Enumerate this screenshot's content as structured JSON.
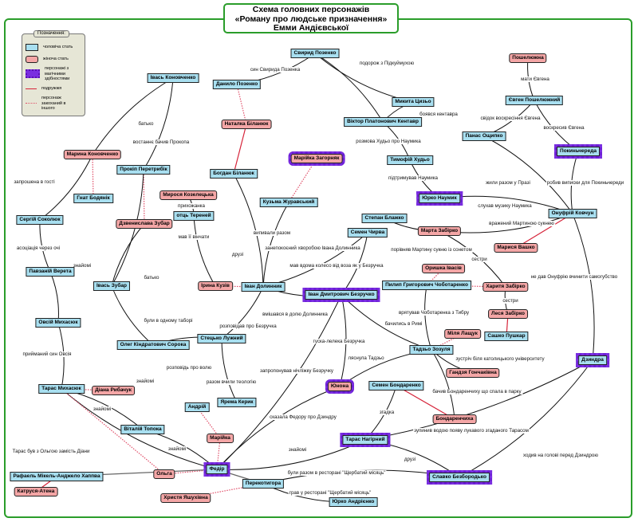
{
  "title": {
    "line1": "Схема головних персонажів",
    "line2": "«Роману про людське призначення»",
    "line3": "Емми Андієвської"
  },
  "colors": {
    "male": "#a8dff0",
    "female": "#f4a6a6",
    "magic": "#6d1fd6",
    "frame": "#2a9d2a",
    "spouse": "#d6243a",
    "love": "#e0506a"
  },
  "legend": {
    "title": "Позначення:",
    "items": [
      {
        "kind": "male",
        "label": "чоловіча стать"
      },
      {
        "kind": "female",
        "label": "жіноча стать"
      },
      {
        "kind": "magic",
        "label": "персонажі з магічними здібностями"
      },
      {
        "kind": "spouse",
        "label": "подружжя"
      },
      {
        "kind": "love",
        "label": "персонаж закоханий в іншого"
      }
    ]
  },
  "nodes": [
    {
      "id": "n1",
      "label": "Свирид Позенко",
      "type": "m"
    },
    {
      "id": "n2",
      "label": "Данило Позенко",
      "type": "m"
    },
    {
      "id": "n3",
      "label": "Наталка Біланюк",
      "type": "f"
    },
    {
      "id": "n4",
      "label": "Богдан Біланюк",
      "type": "m"
    },
    {
      "id": "n5",
      "label": "Івась Коновченко",
      "type": "m"
    },
    {
      "id": "n6",
      "label": "Марина Коновченко",
      "type": "f"
    },
    {
      "id": "n7",
      "label": "Гнат Бодянік",
      "type": "m"
    },
    {
      "id": "n8",
      "label": "Прокіп Перетрибік",
      "type": "m"
    },
    {
      "id": "n9",
      "label": "Мирося Козелецька",
      "type": "f"
    },
    {
      "id": "n10",
      "label": "отць Тереней",
      "type": "m"
    },
    {
      "id": "n11",
      "label": "Дзвенислава Зубар",
      "type": "f"
    },
    {
      "id": "n12",
      "label": "Сергій Соколюк",
      "type": "m"
    },
    {
      "id": "n13",
      "label": "Павзаній Верета",
      "type": "m"
    },
    {
      "id": "n14",
      "label": "Івась Зубар",
      "type": "m"
    },
    {
      "id": "n15",
      "label": "Ірина Кузів",
      "type": "f"
    },
    {
      "id": "n16",
      "label": "Іван Долинник",
      "type": "m"
    },
    {
      "id": "n17",
      "label": "Кузьма Журавський",
      "type": "m"
    },
    {
      "id": "n18",
      "label": "Марійка Загорняк",
      "type": "f",
      "magic": true
    },
    {
      "id": "n19",
      "label": "Віктор Платонович Кентавр",
      "type": "m"
    },
    {
      "id": "n20",
      "label": "Микита Цизьо",
      "type": "m"
    },
    {
      "id": "n21",
      "label": "Тимофій Худьо",
      "type": "m"
    },
    {
      "id": "n22",
      "label": "Юрко Наумик",
      "type": "m",
      "magic": true
    },
    {
      "id": "n23",
      "label": "Степан Блажко",
      "type": "m"
    },
    {
      "id": "n24",
      "label": "Семен Чирва",
      "type": "m"
    },
    {
      "id": "n25",
      "label": "Пошелюжна",
      "type": "f"
    },
    {
      "id": "n26",
      "label": "Євген Пошелюжний",
      "type": "m"
    },
    {
      "id": "n27",
      "label": "Панас Ощипко",
      "type": "m"
    },
    {
      "id": "n28",
      "label": "Покиньчереда",
      "type": "m",
      "magic": true
    },
    {
      "id": "n29",
      "label": "Онуфрій Ковчун",
      "type": "m"
    },
    {
      "id": "n30",
      "label": "Марта Забірко",
      "type": "f"
    },
    {
      "id": "n31",
      "label": "Марися Вашко",
      "type": "f"
    },
    {
      "id": "n32",
      "label": "Оришка Івасів",
      "type": "f"
    },
    {
      "id": "n33",
      "label": "Пилип Григорович Чоботаренко",
      "type": "m"
    },
    {
      "id": "n34",
      "label": "Харитя Забірко",
      "type": "f"
    },
    {
      "id": "n35",
      "label": "Леся Забірко",
      "type": "f"
    },
    {
      "id": "n36",
      "label": "Сашко Пушкар",
      "type": "m"
    },
    {
      "id": "n37",
      "label": "Іван Дмитрович Безручко",
      "type": "m",
      "magic": true
    },
    {
      "id": "n38",
      "label": "Олег Кіндратович Сорока",
      "type": "m"
    },
    {
      "id": "n39",
      "label": "Стецько Лужний",
      "type": "m"
    },
    {
      "id": "n40",
      "label": "Ярема Керик",
      "type": "m"
    },
    {
      "id": "n41",
      "label": "Овсій Михасюк",
      "type": "m"
    },
    {
      "id": "n42",
      "label": "Міля Лащук",
      "type": "f"
    },
    {
      "id": "n43",
      "label": "Тадзьо Зозуля",
      "type": "m"
    },
    {
      "id": "n44",
      "label": "Гандзя Гончаківна",
      "type": "f"
    },
    {
      "id": "n45",
      "label": "Юнона",
      "type": "f",
      "magic": true
    },
    {
      "id": "n46",
      "label": "Семен Бондаренко",
      "type": "m"
    },
    {
      "id": "n47",
      "label": "Бондаренчиха",
      "type": "f"
    },
    {
      "id": "n48",
      "label": "Тарас Михасюк",
      "type": "m"
    },
    {
      "id": "n49",
      "label": "Діана Рибачук",
      "type": "f"
    },
    {
      "id": "n50",
      "label": "Віталій Топока",
      "type": "m"
    },
    {
      "id": "n51",
      "label": "Андрій",
      "type": "m"
    },
    {
      "id": "n52",
      "label": "Марійка",
      "type": "f"
    },
    {
      "id": "n53",
      "label": "Тарас Нагірний",
      "type": "m",
      "magic": true
    },
    {
      "id": "n54",
      "label": "Славко Безбородько",
      "type": "m",
      "magic": true
    },
    {
      "id": "n55",
      "label": "Дзиндра",
      "type": "m",
      "magic": true
    },
    {
      "id": "n56",
      "label": "Федір",
      "type": "m",
      "magic": true
    },
    {
      "id": "n57",
      "label": "Ольга",
      "type": "f"
    },
    {
      "id": "n58",
      "label": "Рафаель Мікель-Анджело Хаппва",
      "type": "m"
    },
    {
      "id": "n59",
      "label": "Катруся-Атена",
      "type": "f"
    },
    {
      "id": "n60",
      "label": "Перекотигора",
      "type": "m"
    },
    {
      "id": "n61",
      "label": "Христя Яшухівна",
      "type": "f"
    },
    {
      "id": "n62",
      "label": "Юрко Андрієнко",
      "type": "m"
    }
  ],
  "edges": [
    {
      "from": "n1",
      "to": "n2",
      "label": "син Свирида Позенка",
      "kind": "rel"
    },
    {
      "from": "n1",
      "to": "n20",
      "label": "подорож з Підкуймухою",
      "kind": "rel"
    },
    {
      "from": "n1",
      "to": "n19",
      "label": "",
      "kind": "rel"
    },
    {
      "from": "n20",
      "to": "n19",
      "label": "боявся кентавра",
      "kind": "rel"
    },
    {
      "from": "n19",
      "to": "n21",
      "label": "розмова Худьо про Наумика",
      "kind": "rel"
    },
    {
      "from": "n21",
      "to": "n22",
      "label": "підтримував Наумика",
      "kind": "rel"
    },
    {
      "from": "n22",
      "to": "n29",
      "label": "слухав музику Наумика",
      "kind": "rel"
    },
    {
      "from": "n25",
      "to": "n26",
      "label": "мати Євгена",
      "kind": "rel"
    },
    {
      "from": "n26",
      "to": "n27",
      "label": "свідок воскресіння Євгена",
      "kind": "rel"
    },
    {
      "from": "n26",
      "to": "n28",
      "label": "воскресив Євгена",
      "kind": "rel"
    },
    {
      "from": "n27",
      "to": "n29",
      "label": "жили разом у Празі",
      "kind": "rel"
    },
    {
      "from": "n28",
      "to": "n29",
      "label": "робив виписки для Покиньчереди",
      "kind": "rel"
    },
    {
      "from": "n29",
      "to": "n30",
      "label": "вражений Мартиною сукнею",
      "kind": "rel"
    },
    {
      "from": "n29",
      "to": "n31",
      "label": "",
      "kind": "spouse"
    },
    {
      "from": "n29",
      "to": "n55",
      "label": "не дав Онуфрію вчинити самогубство",
      "kind": "rel"
    },
    {
      "from": "n23",
      "to": "n30",
      "label": "порівняв Мартину сукню із сонетом",
      "kind": "rel"
    },
    {
      "from": "n30",
      "to": "n34",
      "label": "сестри",
      "kind": "rel"
    },
    {
      "from": "n34",
      "to": "n35",
      "label": "сестри",
      "kind": "rel"
    },
    {
      "from": "n35",
      "to": "n36",
      "label": "",
      "kind": "spouse"
    },
    {
      "from": "n32",
      "to": "n33",
      "label": "",
      "kind": "love"
    },
    {
      "from": "n33",
      "to": "n34",
      "label": "",
      "kind": "love"
    },
    {
      "from": "n33",
      "to": "n43",
      "label": "врятував Чоботаренка з Тибру",
      "kind": "rel"
    },
    {
      "from": "n2",
      "to": "n3",
      "label": "",
      "kind": "love"
    },
    {
      "from": "n3",
      "to": "n4",
      "label": "",
      "kind": "spouse"
    },
    {
      "from": "n4",
      "to": "n16",
      "label": "друзі",
      "kind": "rel"
    },
    {
      "from": "n5",
      "to": "n6",
      "label": "батько",
      "kind": "rel"
    },
    {
      "from": "n5",
      "to": "n8",
      "label": "востаннє бачив Прокопа",
      "kind": "rel"
    },
    {
      "from": "n6",
      "to": "n7",
      "label": "",
      "kind": "love"
    },
    {
      "from": "n6",
      "to": "n12",
      "label": "запрошена в гості",
      "kind": "rel"
    },
    {
      "from": "n12",
      "to": "n13",
      "label": "асоціація через очі",
      "kind": "rel"
    },
    {
      "from": "n13",
      "to": "n41",
      "label": "",
      "kind": "rel"
    },
    {
      "from": "n8",
      "to": "n11",
      "label": "",
      "kind": "love"
    },
    {
      "from": "n8",
      "to": "n14",
      "label": "знайомі",
      "kind": "rel"
    },
    {
      "from": "n11",
      "to": "n14",
      "label": "батько",
      "kind": "rel"
    },
    {
      "from": "n9",
      "to": "n10",
      "label": "прихожанка",
      "kind": "rel"
    },
    {
      "from": "n10",
      "to": "n15",
      "label": "мав її вінчати",
      "kind": "rel"
    },
    {
      "from": "n15",
      "to": "n16",
      "label": "",
      "kind": "love"
    },
    {
      "from": "n17",
      "to": "n16",
      "label": "випивали разом",
      "kind": "rel"
    },
    {
      "from": "n18",
      "to": "n17",
      "label": "",
      "kind": "love"
    },
    {
      "from": "n16",
      "to": "n24",
      "label": "занепокоєний хворобою Івана Долинника",
      "kind": "rel"
    },
    {
      "from": "n24",
      "to": "n37",
      "label": "мав вдома колесо від воза як у Безручка",
      "kind": "rel"
    },
    {
      "from": "n16",
      "to": "n37",
      "label": "вмішався в долю Долинника",
      "kind": "rel"
    },
    {
      "from": "n16",
      "to": "n39",
      "label": "розповідав про Безручка",
      "kind": "rel"
    },
    {
      "from": "n14",
      "to": "n38",
      "label": "були в одному таборі",
      "kind": "rel"
    },
    {
      "from": "n38",
      "to": "n39",
      "label": "розповідь про волю",
      "kind": "rel"
    },
    {
      "from": "n39",
      "to": "n40",
      "label": "разом вчили теологію",
      "kind": "rel"
    },
    {
      "from": "n37",
      "to": "n45",
      "label": "гуска-лелека Безручка",
      "kind": "rel"
    },
    {
      "from": "n37",
      "to": "n43",
      "label": "бачились в Римі",
      "kind": "rel"
    },
    {
      "from": "n37",
      "to": "n56",
      "label": "запропонував нічліжку Безручку",
      "kind": "rel"
    },
    {
      "from": "n43",
      "to": "n45",
      "label": "ляснула Тадзьо",
      "kind": "rel"
    },
    {
      "from": "n42",
      "to": "n43",
      "label": "",
      "kind": "love"
    },
    {
      "from": "n43",
      "to": "n44",
      "label": "зустріч біля католицького університету",
      "kind": "rel"
    },
    {
      "from": "n43",
      "to": "n47",
      "label": "бачив Бондаренчиху що спала в парку",
      "kind": "rel"
    },
    {
      "from": "n46",
      "to": "n47",
      "label": "",
      "kind": "spouse"
    },
    {
      "from": "n46",
      "to": "n53",
      "label": "згадка",
      "kind": "rel"
    },
    {
      "from": "n45",
      "to": "n56",
      "label": "сказала Федору про Дзиндру",
      "kind": "rel"
    },
    {
      "from": "n53",
      "to": "n56",
      "label": "знайомі",
      "kind": "rel"
    },
    {
      "from": "n53",
      "to": "n55",
      "label": "зупинив водою появу лукавого згаданого Тарасом",
      "kind": "rel"
    },
    {
      "from": "n53",
      "to": "n54",
      "label": "друзі",
      "kind": "rel"
    },
    {
      "from": "n54",
      "to": "n55",
      "label": "ходив на голові перед Дзиндрою",
      "kind": "rel"
    },
    {
      "from": "n60",
      "to": "n54",
      "label": "були разом в ресторані \"Щербатий місяць\"",
      "kind": "rel"
    },
    {
      "from": "n60",
      "to": "n62",
      "label": "грав у ресторані \"Щербатий місяць\"",
      "kind": "rel"
    },
    {
      "from": "n60",
      "to": "n61",
      "label": "",
      "kind": "love"
    },
    {
      "from": "n56",
      "to": "n60",
      "label": "",
      "kind": "gray"
    },
    {
      "from": "n41",
      "to": "n48",
      "label": "прийманий син Овсія",
      "kind": "rel"
    },
    {
      "from": "n48",
      "to": "n49",
      "label": "",
      "kind": "love"
    },
    {
      "from": "n48",
      "to": "n50",
      "label": "знайомі",
      "kind": "rel"
    },
    {
      "from": "n48",
      "to": "n56",
      "label": "знайомі",
      "kind": "rel"
    },
    {
      "from": "n50",
      "to": "n56",
      "label": "знайомі",
      "kind": "rel"
    },
    {
      "from": "n51",
      "to": "n52",
      "label": "",
      "kind": "love"
    },
    {
      "from": "n52",
      "to": "n56",
      "label": "",
      "kind": "love"
    },
    {
      "from": "n48",
      "to": "n57",
      "label": "Тарас був з Ольгою замість Діани",
      "kind": "love"
    },
    {
      "from": "n56",
      "to": "n57",
      "label": "",
      "kind": "love"
    },
    {
      "from": "n58",
      "to": "n56",
      "label": "",
      "kind": "gray"
    },
    {
      "from": "n58",
      "to": "n59",
      "label": "",
      "kind": "spouse"
    }
  ]
}
